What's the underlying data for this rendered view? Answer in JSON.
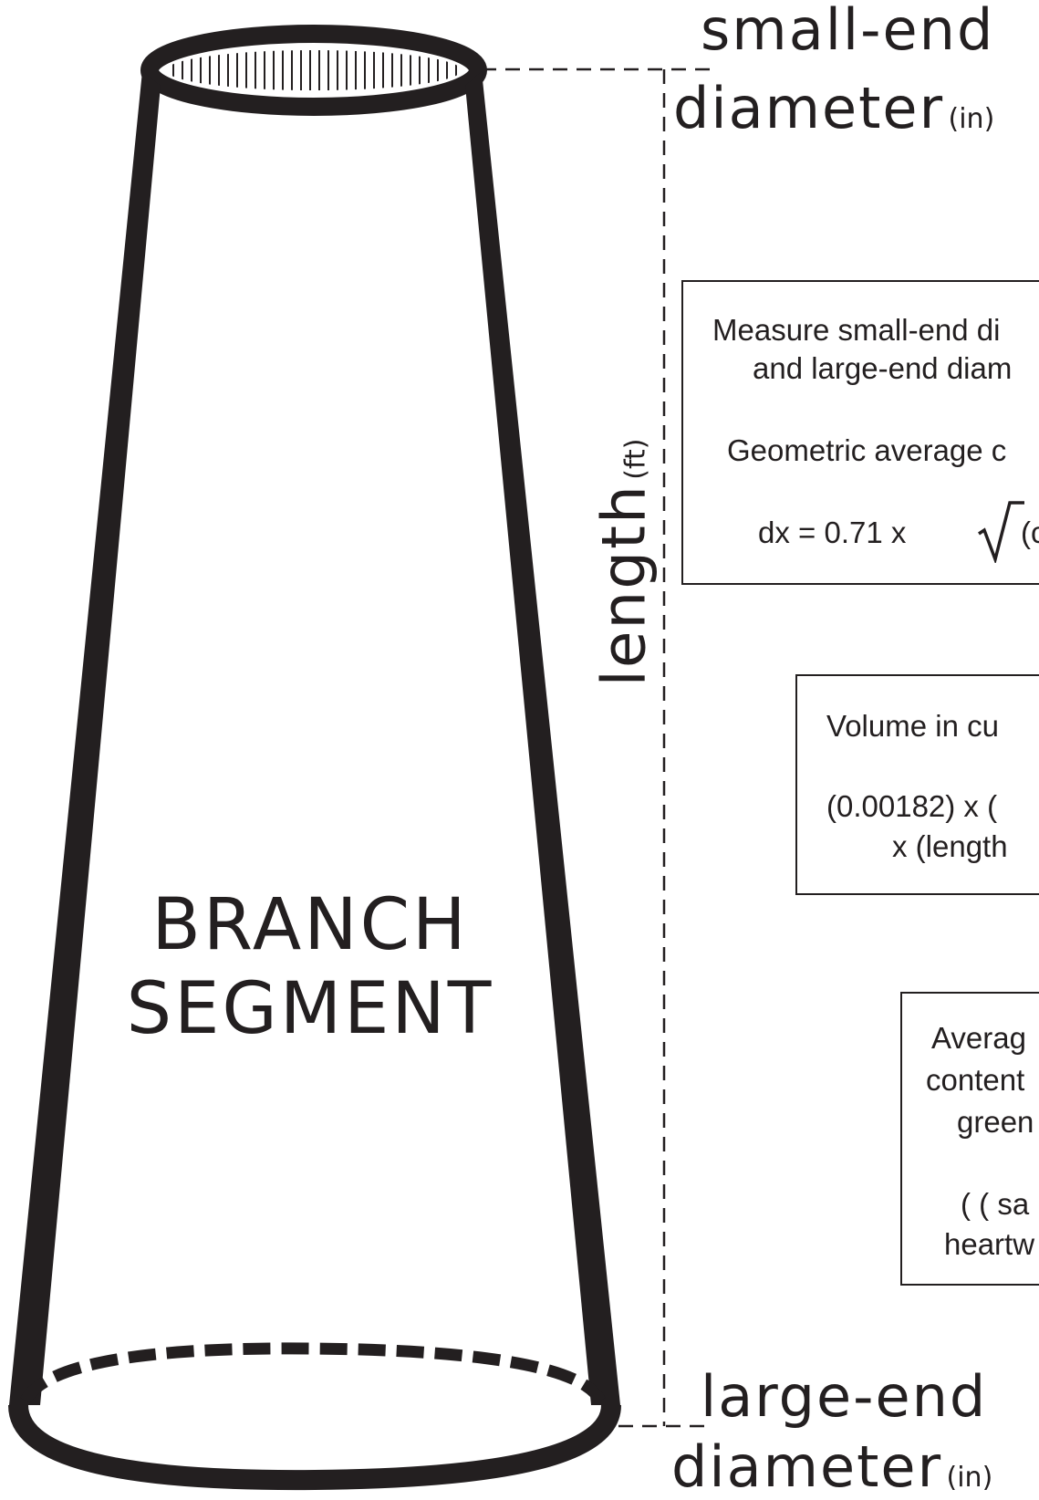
{
  "labels": {
    "small_end_1": "small-end",
    "small_end_2": "diameter",
    "small_end_unit": "(in)",
    "large_end_1": "large-end",
    "large_end_2": "diameter",
    "large_end_unit": "(in)",
    "length": "length",
    "length_unit": "(ft)",
    "branch_1": "BRANCH",
    "branch_2": "SEGMENT"
  },
  "box1": {
    "line1": "Measure small-end di",
    "line2": "and large-end diam",
    "line3": "Geometric average c",
    "formula_lhs": "dx  =  0.71  x",
    "formula_rhs": "(c"
  },
  "box2": {
    "line1": "Volume  in  cu",
    "line2": "(0.00182)  x  (",
    "line3": "x  (length"
  },
  "box3": {
    "line1": "Averag",
    "line2": "content",
    "line3": "green",
    "line4": "( ( sa",
    "line5": "heartw"
  },
  "colors": {
    "ink": "#231f20",
    "background": "#ffffff"
  }
}
